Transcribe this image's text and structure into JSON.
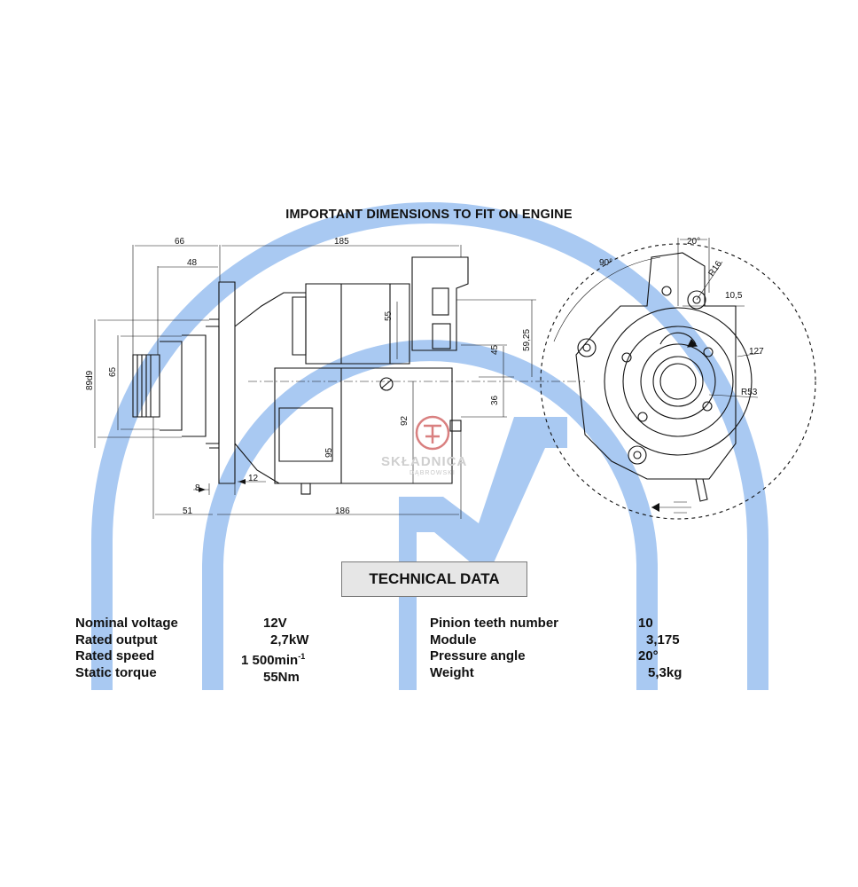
{
  "heading": "IMPORTANT DIMENSIONS TO FIT ON ENGINE",
  "dimensions": {
    "d66": "66",
    "d48": "48",
    "d185": "185",
    "d55": "55",
    "d59_25": "59,25",
    "d45": "45",
    "d36": "36",
    "d92": "92",
    "d95": "95",
    "d89d9": "89d9",
    "d65": "65",
    "d8": "8",
    "d12": "12",
    "d51": "51",
    "d186": "186",
    "a20": "20°",
    "a90": "90°",
    "r16": "R16",
    "d10_5": "10,5",
    "d127": "127",
    "r53": "R53"
  },
  "watermark": {
    "name": "SKŁADNICA",
    "sub": "DĄBROWSKI"
  },
  "technical_data_title": "TECHNICAL DATA",
  "specs_left": [
    {
      "label": "Nominal voltage",
      "value": "12V"
    },
    {
      "label": "Rated output",
      "value": "2,7kW"
    },
    {
      "label": "Rated speed",
      "value": "1 500min",
      "sup": "-1"
    },
    {
      "label": "Static torque",
      "value": "55Nm"
    }
  ],
  "specs_right": [
    {
      "label": "Pinion teeth number",
      "value": "10"
    },
    {
      "label": "Module",
      "value": "3,175"
    },
    {
      "label": "Pressure angle",
      "value": "20°"
    },
    {
      "label": "Weight",
      "value": "5,3kg"
    }
  ],
  "colors": {
    "watermark_blue": "#a8c8f0",
    "line": "#111111",
    "accent_red": "#d98080"
  }
}
